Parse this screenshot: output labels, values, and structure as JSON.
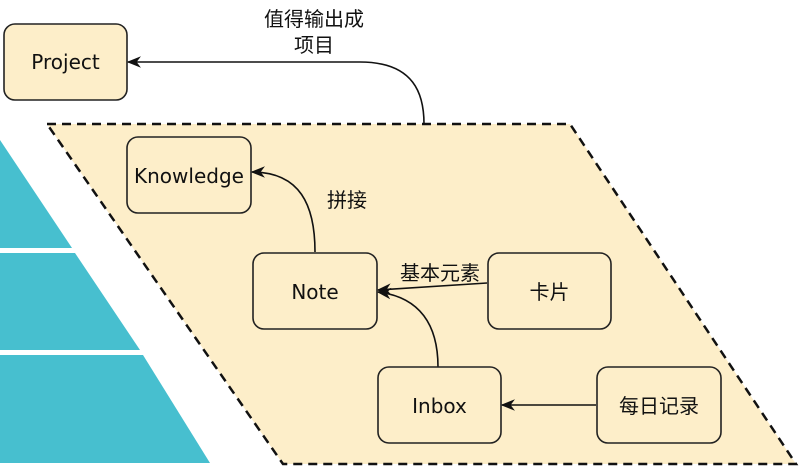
{
  "colors": {
    "node_fill": "#fdeec9",
    "node_stroke": "#222222",
    "plane_fill": "#fdeec9",
    "pyramid_fill": "#47bfcf",
    "pyramid_gap": "#ffffff"
  },
  "nodes": {
    "project": "Project",
    "knowledge": "Knowledge",
    "note": "Note",
    "card": "卡片",
    "inbox": "Inbox",
    "daily": "每日记录"
  },
  "edge_labels": {
    "to_project_line1": "值得输出成",
    "to_project_line2": "项目",
    "to_knowledge": "拼接",
    "to_note": "基本元素"
  }
}
